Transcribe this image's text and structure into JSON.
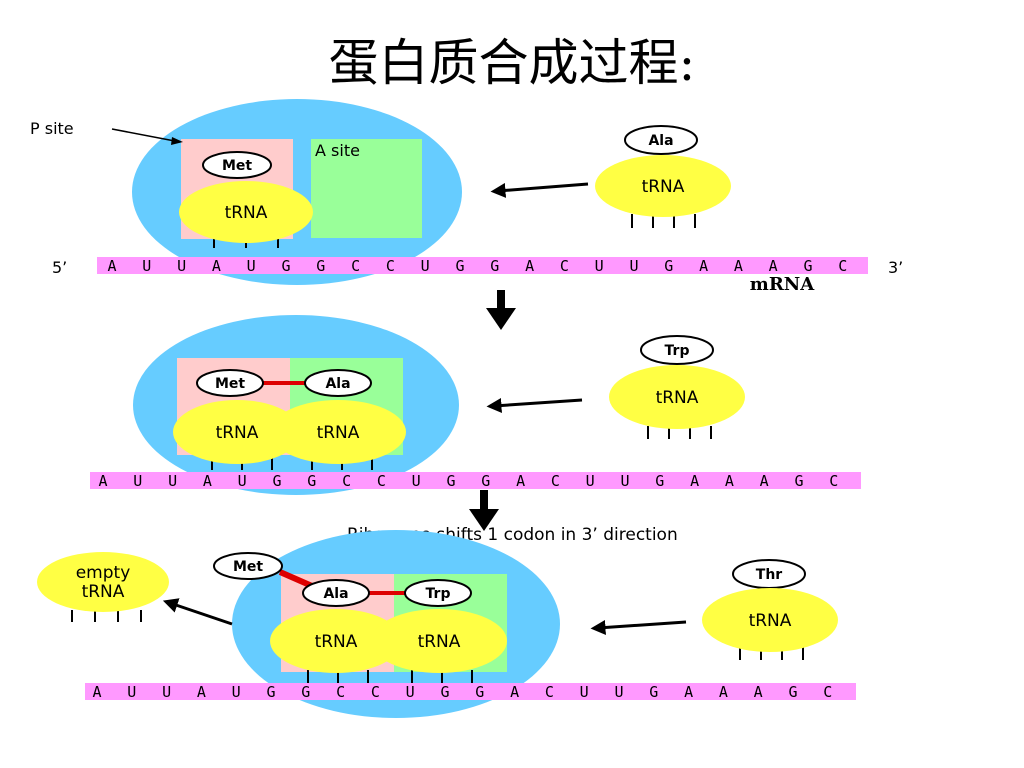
{
  "title": "蛋白质合成过程:",
  "labels": {
    "p_site": "P site",
    "a_site": "A site",
    "five_prime": "5’",
    "three_prime": "3’",
    "mrna": "mRNA",
    "shift_note": "Ribosome shifts 1 codon in 3’ direction",
    "trna": "tRNA",
    "empty_trna_line1": "empty",
    "empty_trna_line2": "tRNA"
  },
  "mrna_sequence": [
    "A",
    "U",
    "U",
    "A",
    "U",
    "G",
    "G",
    "C",
    "C",
    "U",
    "G",
    "G",
    "A",
    "C",
    "U",
    "U",
    "G",
    "A",
    "A",
    "A",
    "G",
    "C"
  ],
  "amino_acids": {
    "met": "Met",
    "ala": "Ala",
    "trp": "Trp",
    "thr": "Thr"
  },
  "colors": {
    "ribosome": "#66ccff",
    "p_site": "#ffcccc",
    "a_site": "#99ff99",
    "trna": "#ffff44",
    "mrna": "#ff99ff",
    "peptide_bond": "#dd0000"
  }
}
